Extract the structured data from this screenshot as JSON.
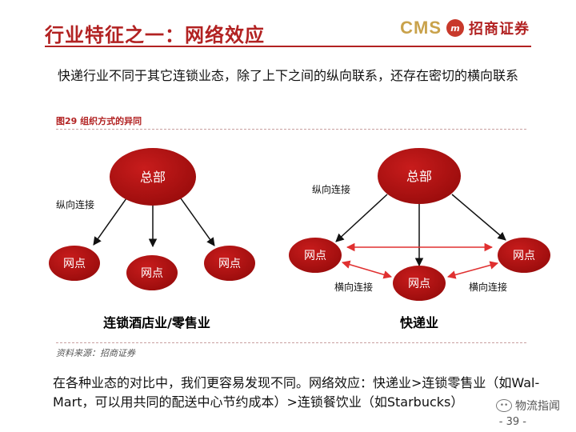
{
  "header": {
    "title": "行业特征之一：网络效应",
    "logo_cms": "CMS",
    "logo_mark": "m",
    "logo_text": "招商证券"
  },
  "intro": "快递行业不同于其它连锁业态，除了上下之间的纵向联系，还存在密切的横向联系",
  "figure": {
    "caption": "图29  组织方式的异同",
    "source": "资料来源：招商证券"
  },
  "diagram": {
    "left": {
      "hq": "总部",
      "nodes": [
        "网点",
        "网点",
        "网点"
      ],
      "vertical_label": "纵向连接",
      "subtitle": "连锁酒店业/零售业"
    },
    "right": {
      "hq": "总部",
      "nodes": [
        "网点",
        "网点",
        "网点"
      ],
      "vertical_label": "纵向连接",
      "horizontal_label_left": "横向连接",
      "horizontal_label_right": "横向连接",
      "subtitle": "快递业"
    },
    "colors": {
      "node_fill": "#b01010",
      "arrow_black": "#111111",
      "arrow_red": "#e03030"
    }
  },
  "conclusion": "在各种业态的对比中，我们更容易发现不同。网络效应：快递业>连锁零售业（如Wal-Mart，可以用共同的配送中心节约成本）>连锁餐饮业（如Starbucks）",
  "watermark": {
    "text": "物流指闻"
  },
  "page_number": "- 39 -"
}
